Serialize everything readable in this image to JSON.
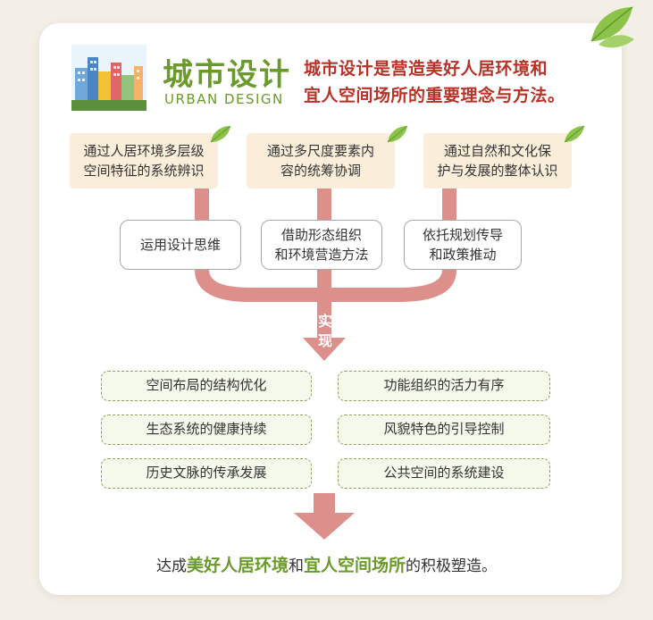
{
  "header": {
    "title_cn": "城市设计",
    "title_en": "URBAN DESIGN",
    "desc_line1": "城市设计是营造美好人居环境和",
    "desc_line2": "宜人空间场所的重要理念与方法。"
  },
  "approaches": [
    {
      "line1": "通过人居环境多层级",
      "line2": "空间特征的系统辨识"
    },
    {
      "line1": "通过多尺度要素内",
      "line2": "容的统筹协调"
    },
    {
      "line1": "通过自然和文化保",
      "line2": "护与发展的整体认识"
    }
  ],
  "methods": [
    {
      "line1": "运用设计思维",
      "line2": ""
    },
    {
      "line1": "借助形态组织",
      "line2": "和环境营造方法"
    },
    {
      "line1": "依托规划传导",
      "line2": "和政策推动"
    }
  ],
  "realize": {
    "char1": "实",
    "char2": "现"
  },
  "outcomes_left": [
    "空间布局的结构优化",
    "生态系统的健康持续",
    "历史文脉的传承发展"
  ],
  "outcomes_right": [
    "功能组织的活力有序",
    "风貌特色的引导控制",
    "公共空间的系统建设"
  ],
  "final": {
    "prefix": "达成",
    "highlight1": "美好人居环境",
    "middle": "和",
    "highlight2": "宜人空间场所",
    "suffix": "的积极塑造。"
  },
  "colors": {
    "accent_green": "#6a9a2a",
    "accent_red": "#b83228",
    "flow_pink": "#dc8f8b",
    "approach_bg": "#faeeda",
    "outcome_border": "#8aa45a"
  },
  "icons": [
    "city-buildings-icon",
    "leaf-icon"
  ]
}
